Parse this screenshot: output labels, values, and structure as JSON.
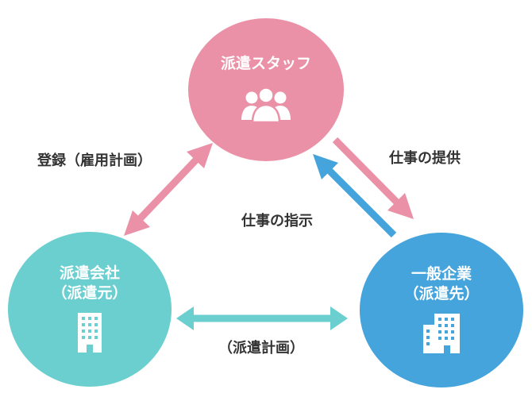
{
  "diagram": {
    "nodes": {
      "staff": {
        "title": "派遣スタッフ",
        "icon": "people-group-icon",
        "color": "#eb91a7"
      },
      "dispatch": {
        "title_line1": "派遣会社",
        "title_line2": "（派遣元）",
        "icon": "building-icon",
        "color": "#6bcfd0"
      },
      "client": {
        "title_line1": "一般企業",
        "title_line2": "（派遣先）",
        "icon": "office-building-icon",
        "color": "#45a4db"
      }
    },
    "edges": {
      "register": {
        "label": "登録（雇用計画）",
        "color": "#eb91a7"
      },
      "provide": {
        "label": "仕事の提供",
        "color": "#eb91a7"
      },
      "instruct": {
        "label": "仕事の指示",
        "color": "#45a4db"
      },
      "plan": {
        "label": "（派遣計画）",
        "color": "#6bcfd0"
      }
    }
  }
}
